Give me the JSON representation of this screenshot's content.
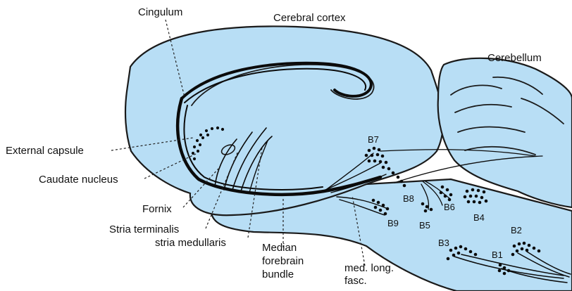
{
  "labels": {
    "cingulum": "Cingulum",
    "cerebral_cortex": "Cerebral cortex",
    "cerebellum": "Cerebellum",
    "external_capsule": "External capsule",
    "caudate_nucleus": "Caudate nucleus",
    "fornix": "Fornix",
    "stria_terminalis": "Stria terminalis",
    "stria_medullaris": "stria medullaris",
    "median_forebrain_bundle": [
      "Median",
      "forebrain",
      "bundle"
    ],
    "med_long_fasc": [
      "med. long.",
      "fasc."
    ]
  },
  "cell_groups": {
    "b1": "B1",
    "b2": "B2",
    "b3": "B3",
    "b4": "B4",
    "b5": "B5",
    "b6": "B6",
    "b7": "B7",
    "b8": "B8",
    "b9": "B9"
  },
  "colors": {
    "tissue": "#b8def5",
    "outline": "#1a1a1a",
    "pathway": "#0b0b0b"
  }
}
